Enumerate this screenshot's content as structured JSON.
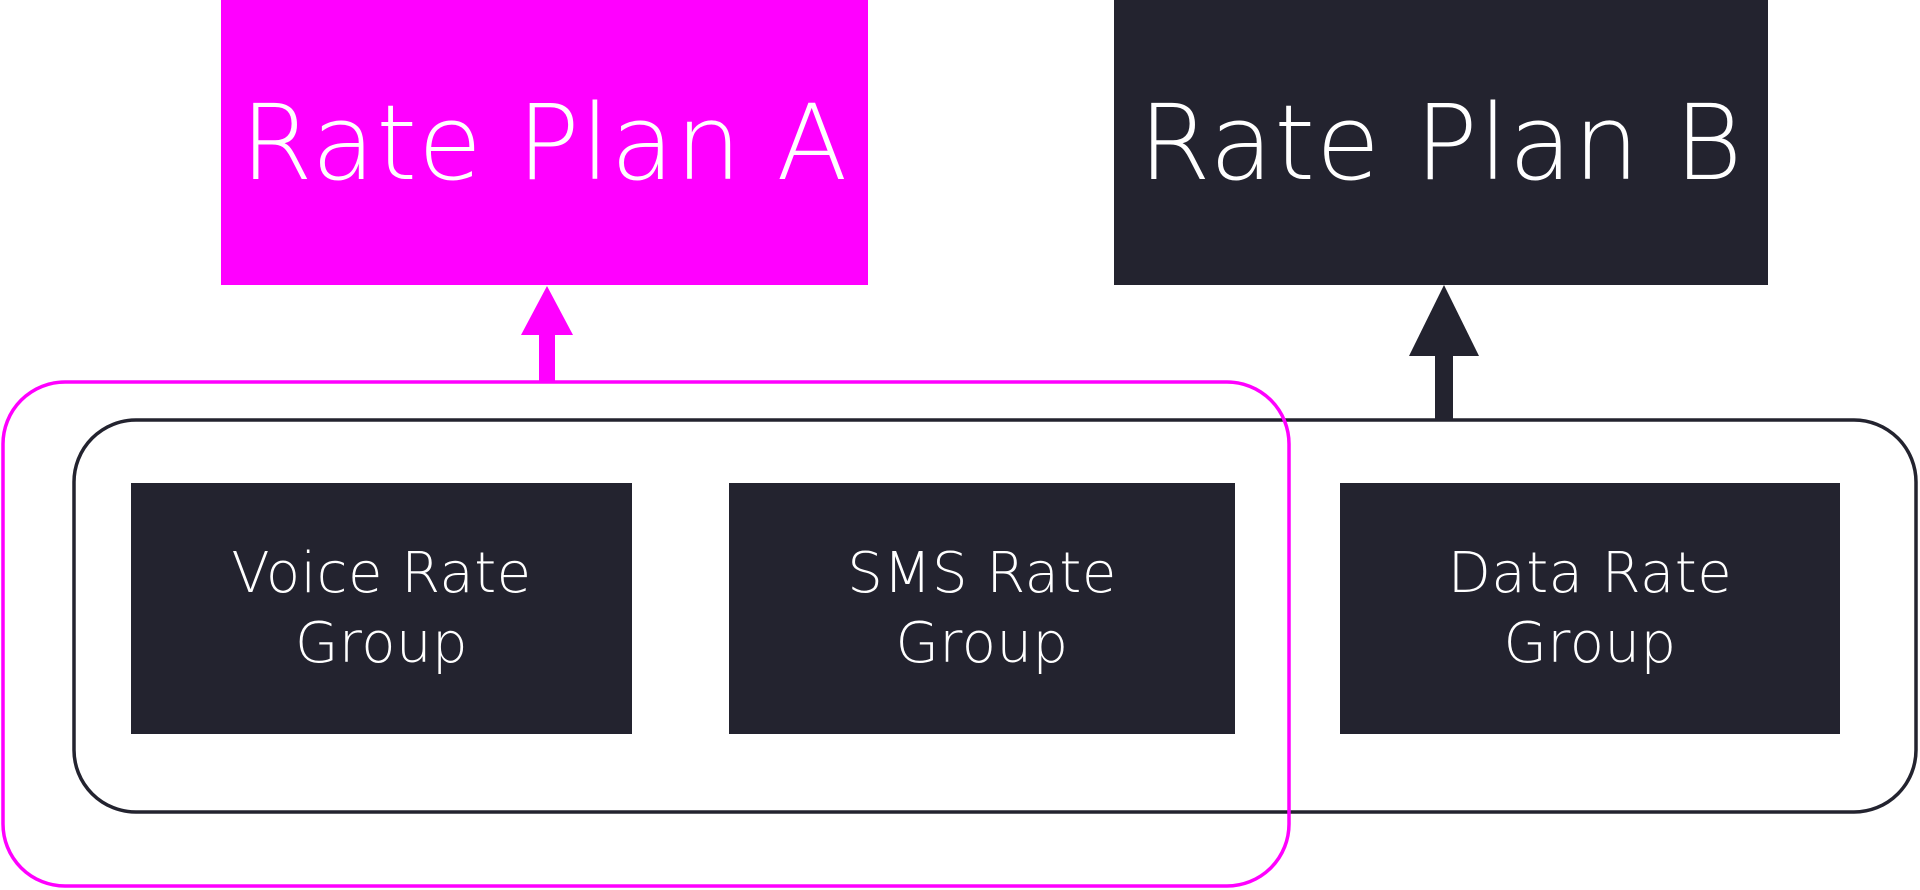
{
  "colors": {
    "plan_a": "#ff00ff",
    "plan_b": "#23232f",
    "group_fill": "#23232f",
    "text": "#ffffff"
  },
  "rate_plans": [
    {
      "label": "Rate Plan A"
    },
    {
      "label": "Rate Plan B"
    }
  ],
  "rate_groups": [
    {
      "line1": "Voice Rate",
      "line2": "Group"
    },
    {
      "line1": "SMS Rate",
      "line2": "Group"
    },
    {
      "line1": "Data Rate",
      "line2": "Group"
    }
  ]
}
